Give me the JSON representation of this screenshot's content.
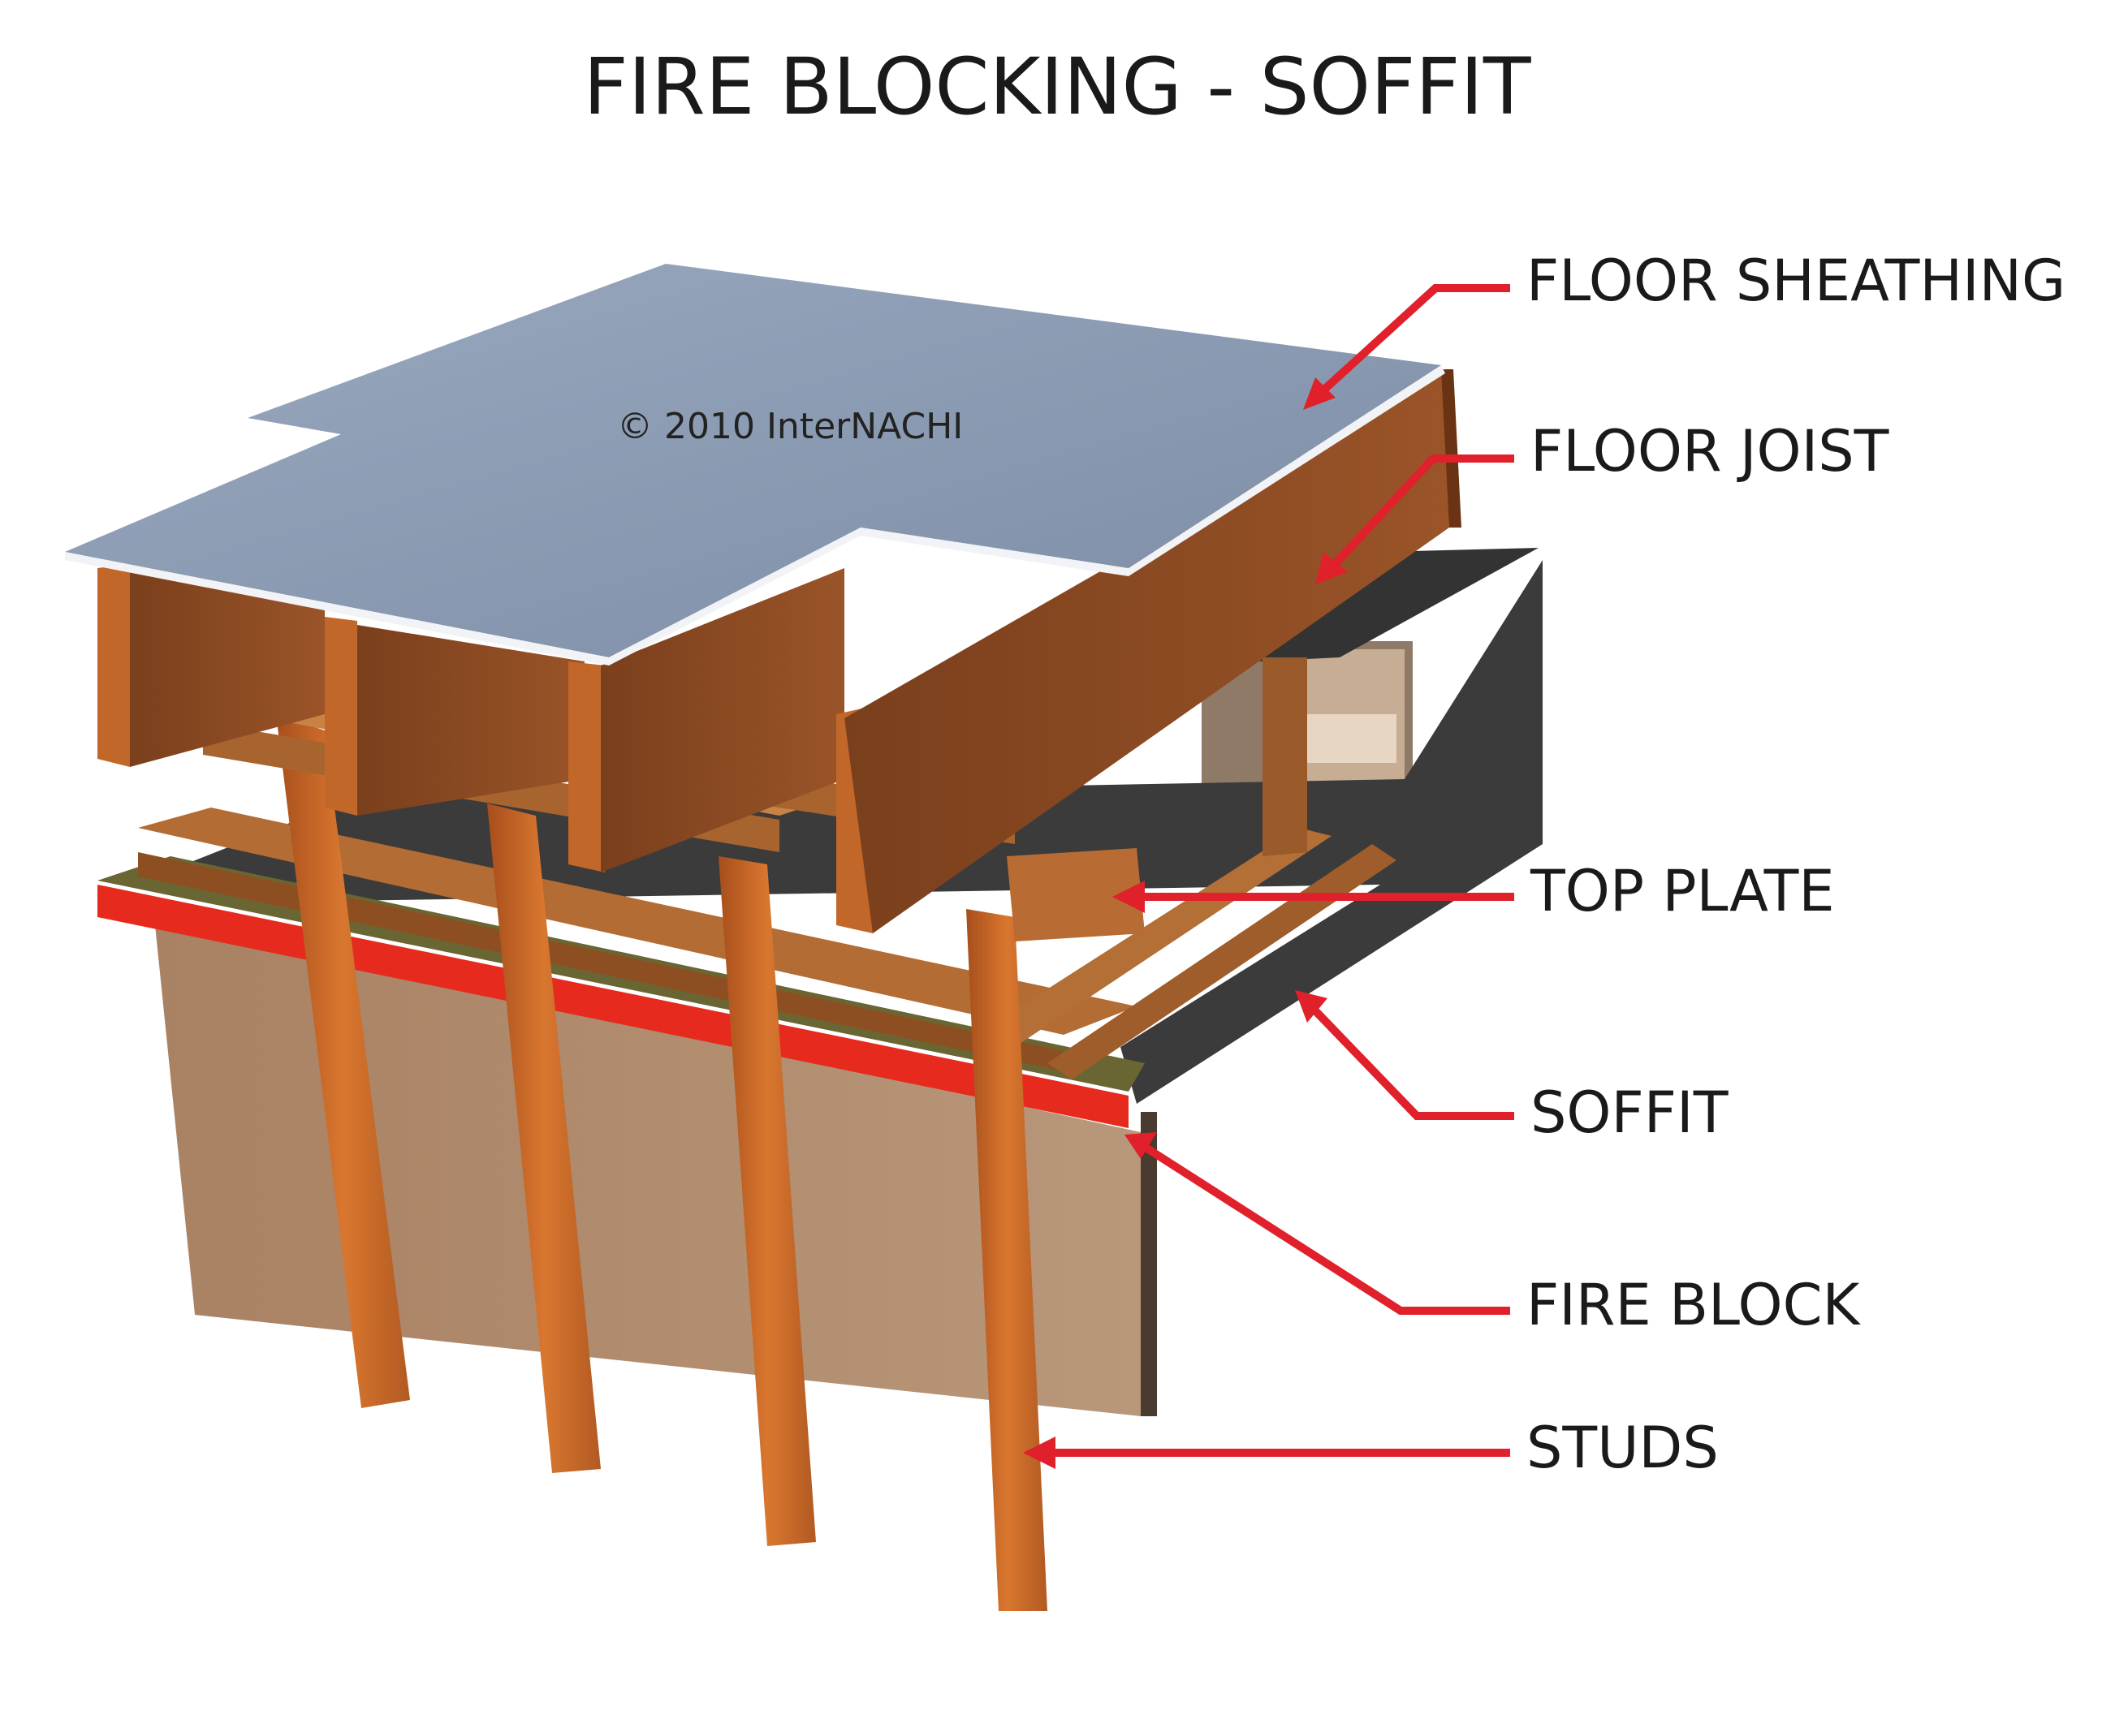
{
  "title": "FIRE BLOCKING - SOFFIT",
  "copyright": "© 2010  InterNACHI",
  "labels": {
    "floor_sheathing": "FLOOR SHEATHING",
    "floor_joist": "FLOOR JOIST",
    "top_plate": "TOP PLATE",
    "soffit": "SOFFIT",
    "fire_block": "FIRE BLOCK",
    "studs": "STUDS"
  },
  "colors": {
    "arrow": "#e0202a",
    "sheathing": "#8a9bb3",
    "joist": "#8b4a22",
    "wood": "#b8692d",
    "stud": "#cc6a2a",
    "wall": "#b08a6a",
    "soffit": "#3a3a3a",
    "fire_block": "#e62b1e",
    "fire_block_top": "#5d5a2a"
  }
}
